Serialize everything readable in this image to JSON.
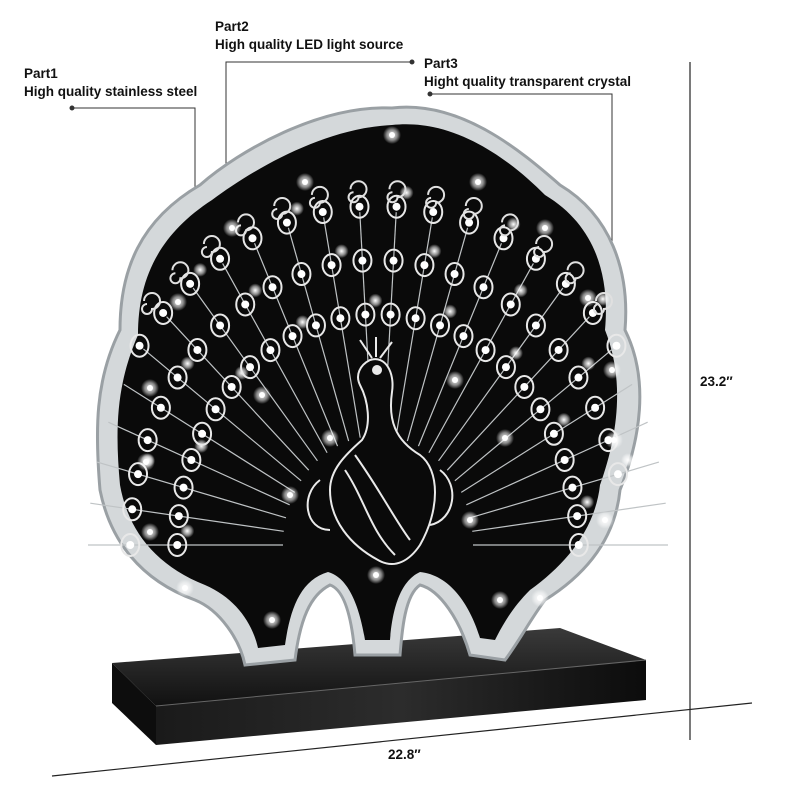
{
  "callouts": [
    {
      "part": "Part1",
      "desc": "High quality stainless steel"
    },
    {
      "part": "Part2",
      "desc": "High quality LED light source"
    },
    {
      "part": "Part3",
      "desc": "Hight quality transparent crystal"
    }
  ],
  "dimensions": {
    "height": "23.2″",
    "width": "22.8″"
  },
  "colors": {
    "background": "#ffffff",
    "panel": "#0a0a0a",
    "crystal": "#cfd3d6",
    "light": "#ffffff",
    "accent_light": "#d8f0a0"
  }
}
